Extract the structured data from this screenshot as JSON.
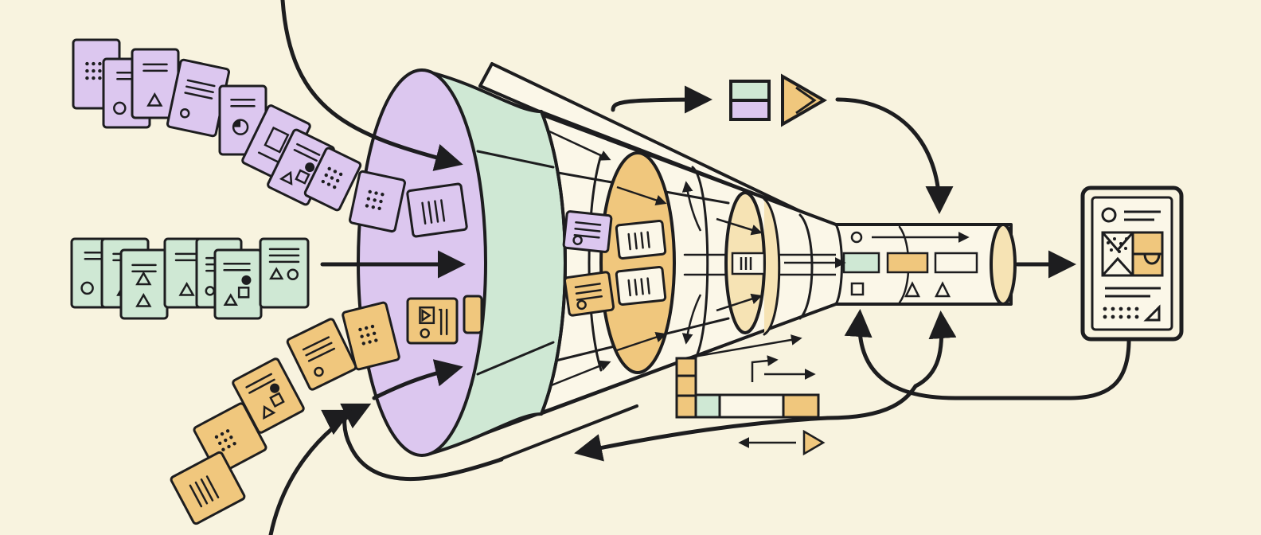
{
  "title": "",
  "colors": {
    "background": "#f8f3df",
    "ink": "#1d1d1f",
    "purple": "#dcc7ef",
    "green": "#cfe8d4",
    "orange": "#f0c77d",
    "cream": "#f6e3b4",
    "paper": "#fbf7e8"
  },
  "input_streams": [
    {
      "name": "purple-documents",
      "color": "purple",
      "count": 12
    },
    {
      "name": "green-documents",
      "color": "green",
      "count": 6
    },
    {
      "name": "orange-documents",
      "color": "orange",
      "count": 9
    }
  ],
  "funnel_stages": [
    {
      "name": "intake-mouth",
      "fill": "purple"
    },
    {
      "name": "stage-2-ring",
      "fill": "orange"
    },
    {
      "name": "stage-3-ring",
      "fill": "cream"
    },
    {
      "name": "output-tube",
      "fill": "cream"
    }
  ],
  "output": {
    "name": "final-report-card"
  },
  "icons": [
    "arrow-icon",
    "triangle-icon",
    "circle-icon",
    "square-icon",
    "pie-chart-icon",
    "bar-chart-icon"
  ]
}
